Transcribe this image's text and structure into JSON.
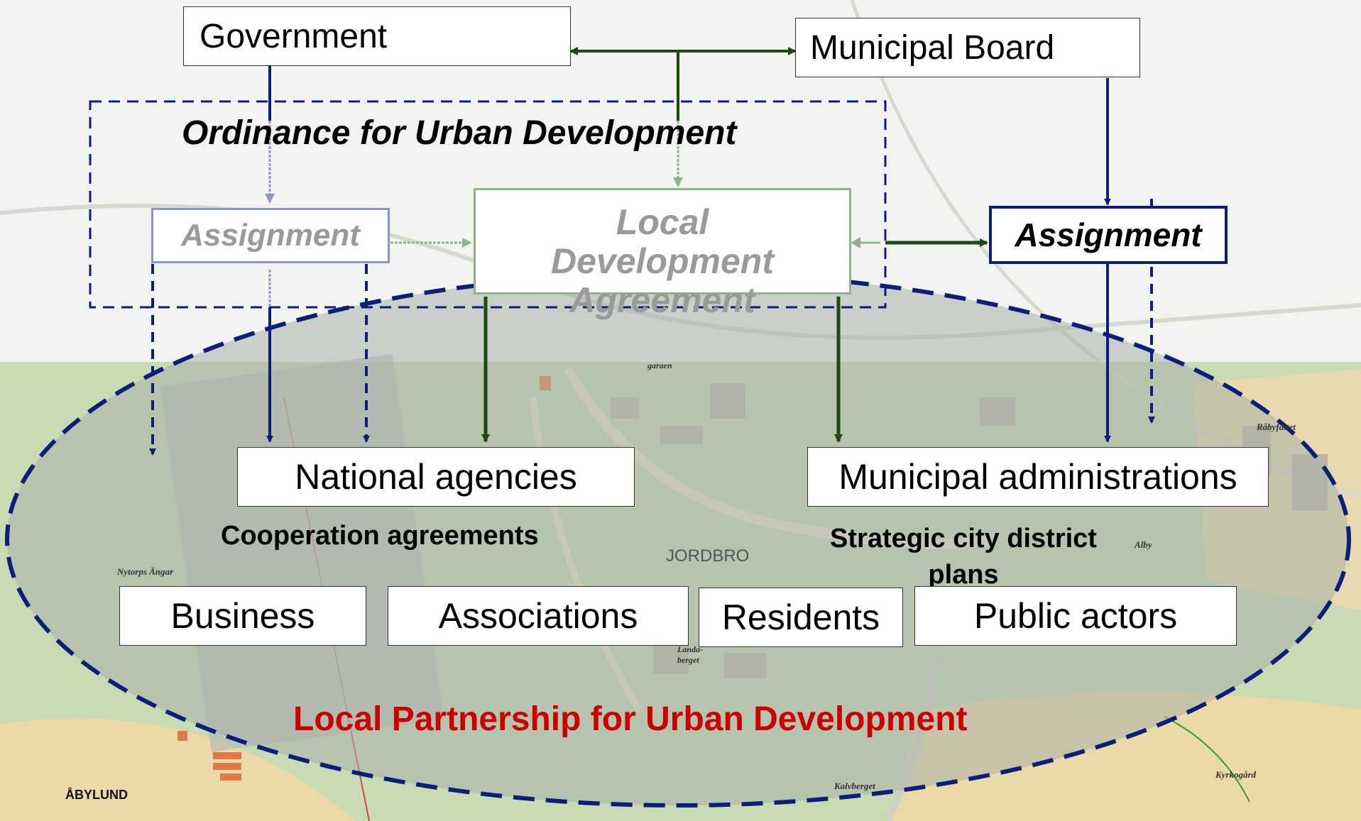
{
  "colors": {
    "navy": "#0b1f7a",
    "dark_green": "#1d4a12",
    "red_text": "#cc0000",
    "faded_blue": "#8d93d2",
    "faded_green": "#8fb38a",
    "map_green": "#c8dcb4",
    "map_road": "#efe3c8",
    "ellipse_fill": "#aab0a8"
  },
  "boxes": {
    "government": "Government",
    "municipal_board": "Municipal Board",
    "assignment_left": "Assignment",
    "local_development": "Local Development Agreement",
    "assignment_right": "Assignment",
    "national_agencies": "National agencies",
    "municipal_administrations": "Municipal administrations",
    "business": "Business",
    "associations": "Associations",
    "residents": "Residents",
    "public_actors": "Public actors"
  },
  "labels": {
    "ordinance": "Ordinance for Urban Development",
    "cooperation": "Cooperation agreements",
    "strategic": "Strategic city district plans",
    "partnership": "Local Partnership for Urban Development"
  },
  "map_labels": {
    "jordbro": "JORDBRO",
    "abylund": "ÅBYLUND",
    "alby": "Alby",
    "raby": "Råbyfältet",
    "kyrkogard": "Kyrkogård",
    "nytorp": "Nytorps Ängar",
    "landa": "Landa-berget",
    "kalvberget": "Kalvberget",
    "garaen": "garaen"
  }
}
